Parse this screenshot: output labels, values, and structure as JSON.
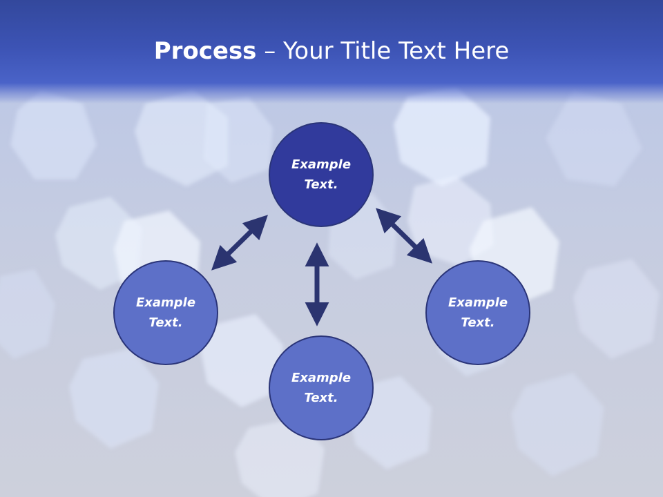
{
  "slide": {
    "title_bold": "Process",
    "title_rest": " – Your Title Text Here"
  },
  "nodes": [
    {
      "id": "top",
      "label": "Example Text."
    },
    {
      "id": "left",
      "label": "Example Text."
    },
    {
      "id": "bottom",
      "label": "Example Text."
    },
    {
      "id": "right",
      "label": "Example Text."
    }
  ],
  "colors": {
    "header": "#3c53b4",
    "node_dark": "#313a9c",
    "node_light": "#5d70c8",
    "arrow": "#2b3470"
  },
  "icons": [
    "double-arrow-icon"
  ]
}
